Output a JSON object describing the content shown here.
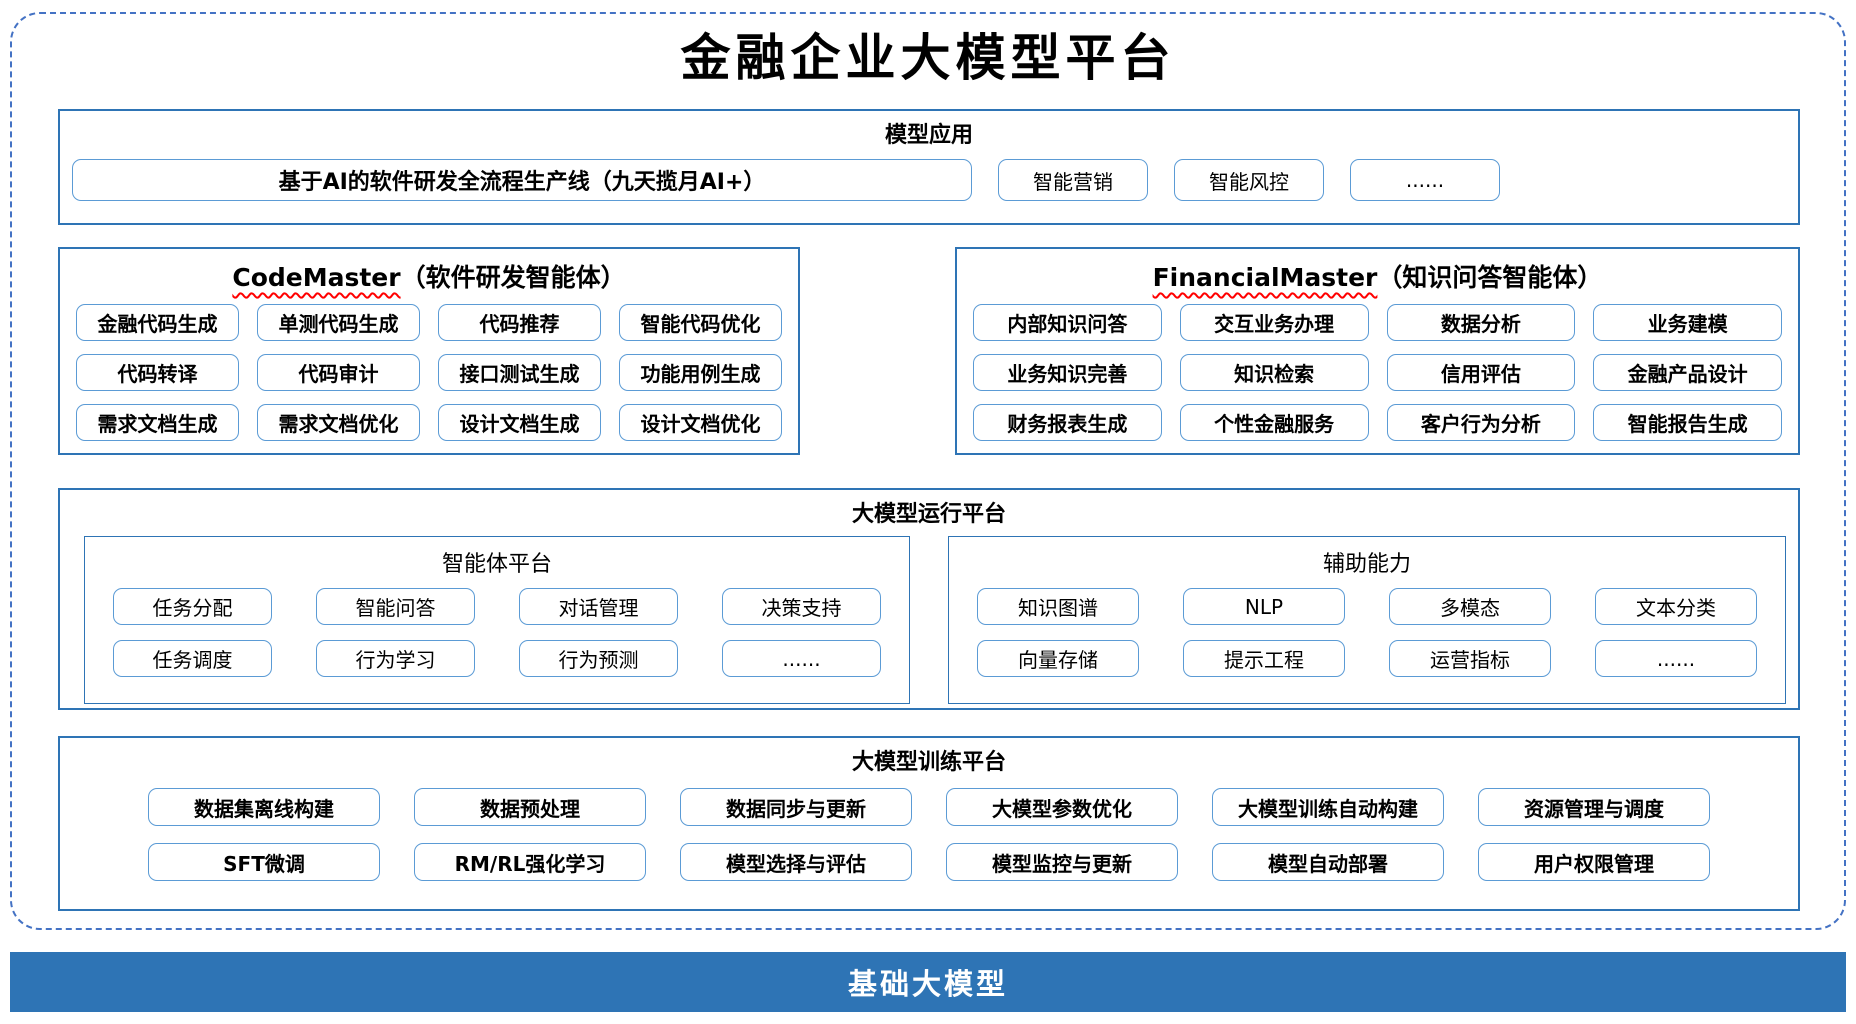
{
  "title": "金融企业大模型平台",
  "colors": {
    "dashed_border": "#4472C4",
    "section_border": "#2E74B5",
    "item_border": "#5B9BD5",
    "banner_bg": "#2E74B5",
    "wavy_underline": "#FF0000"
  },
  "apps": {
    "title": "模型应用",
    "wide_item": "基于AI的软件研发全流程生产线（九天揽月AI+）",
    "items": [
      "智能营销",
      "智能风控",
      "......"
    ]
  },
  "codemaster": {
    "title_en": "CodeMaster",
    "title_zh": "（软件研发智能体）",
    "items": [
      "金融代码生成",
      "单测代码生成",
      "代码推荐",
      "智能代码优化",
      "代码转译",
      "代码审计",
      "接口测试生成",
      "功能用例生成",
      "需求文档生成",
      "需求文档优化",
      "设计文档生成",
      "设计文档优化"
    ]
  },
  "financialmaster": {
    "title_en": "FinancialMaster",
    "title_zh": "（知识问答智能体）",
    "items": [
      "内部知识问答",
      "交互业务办理",
      "数据分析",
      "业务建模",
      "业务知识完善",
      "知识检索",
      "信用评估",
      "金融产品设计",
      "财务报表生成",
      "个性金融服务",
      "客户行为分析",
      "智能报告生成"
    ]
  },
  "runtime": {
    "title": "大模型运行平台",
    "agent_platform": {
      "title": "智能体平台",
      "items": [
        "任务分配",
        "智能问答",
        "对话管理",
        "决策支持",
        "任务调度",
        "行为学习",
        "行为预测",
        "......"
      ]
    },
    "aux": {
      "title": "辅助能力",
      "items": [
        "知识图谱",
        "NLP",
        "多模态",
        "文本分类",
        "向量存储",
        "提示工程",
        "运营指标",
        "......"
      ]
    }
  },
  "training": {
    "title": "大模型训练平台",
    "items": [
      "数据集离线构建",
      "数据预处理",
      "数据同步与更新",
      "大模型参数优化",
      "大模型训练自动构建",
      "资源管理与调度",
      "SFT微调",
      "RM/RL强化学习",
      "模型选择与评估",
      "模型监控与更新",
      "模型自动部署",
      "用户权限管理"
    ]
  },
  "banner": {
    "label": "基础大模型"
  }
}
